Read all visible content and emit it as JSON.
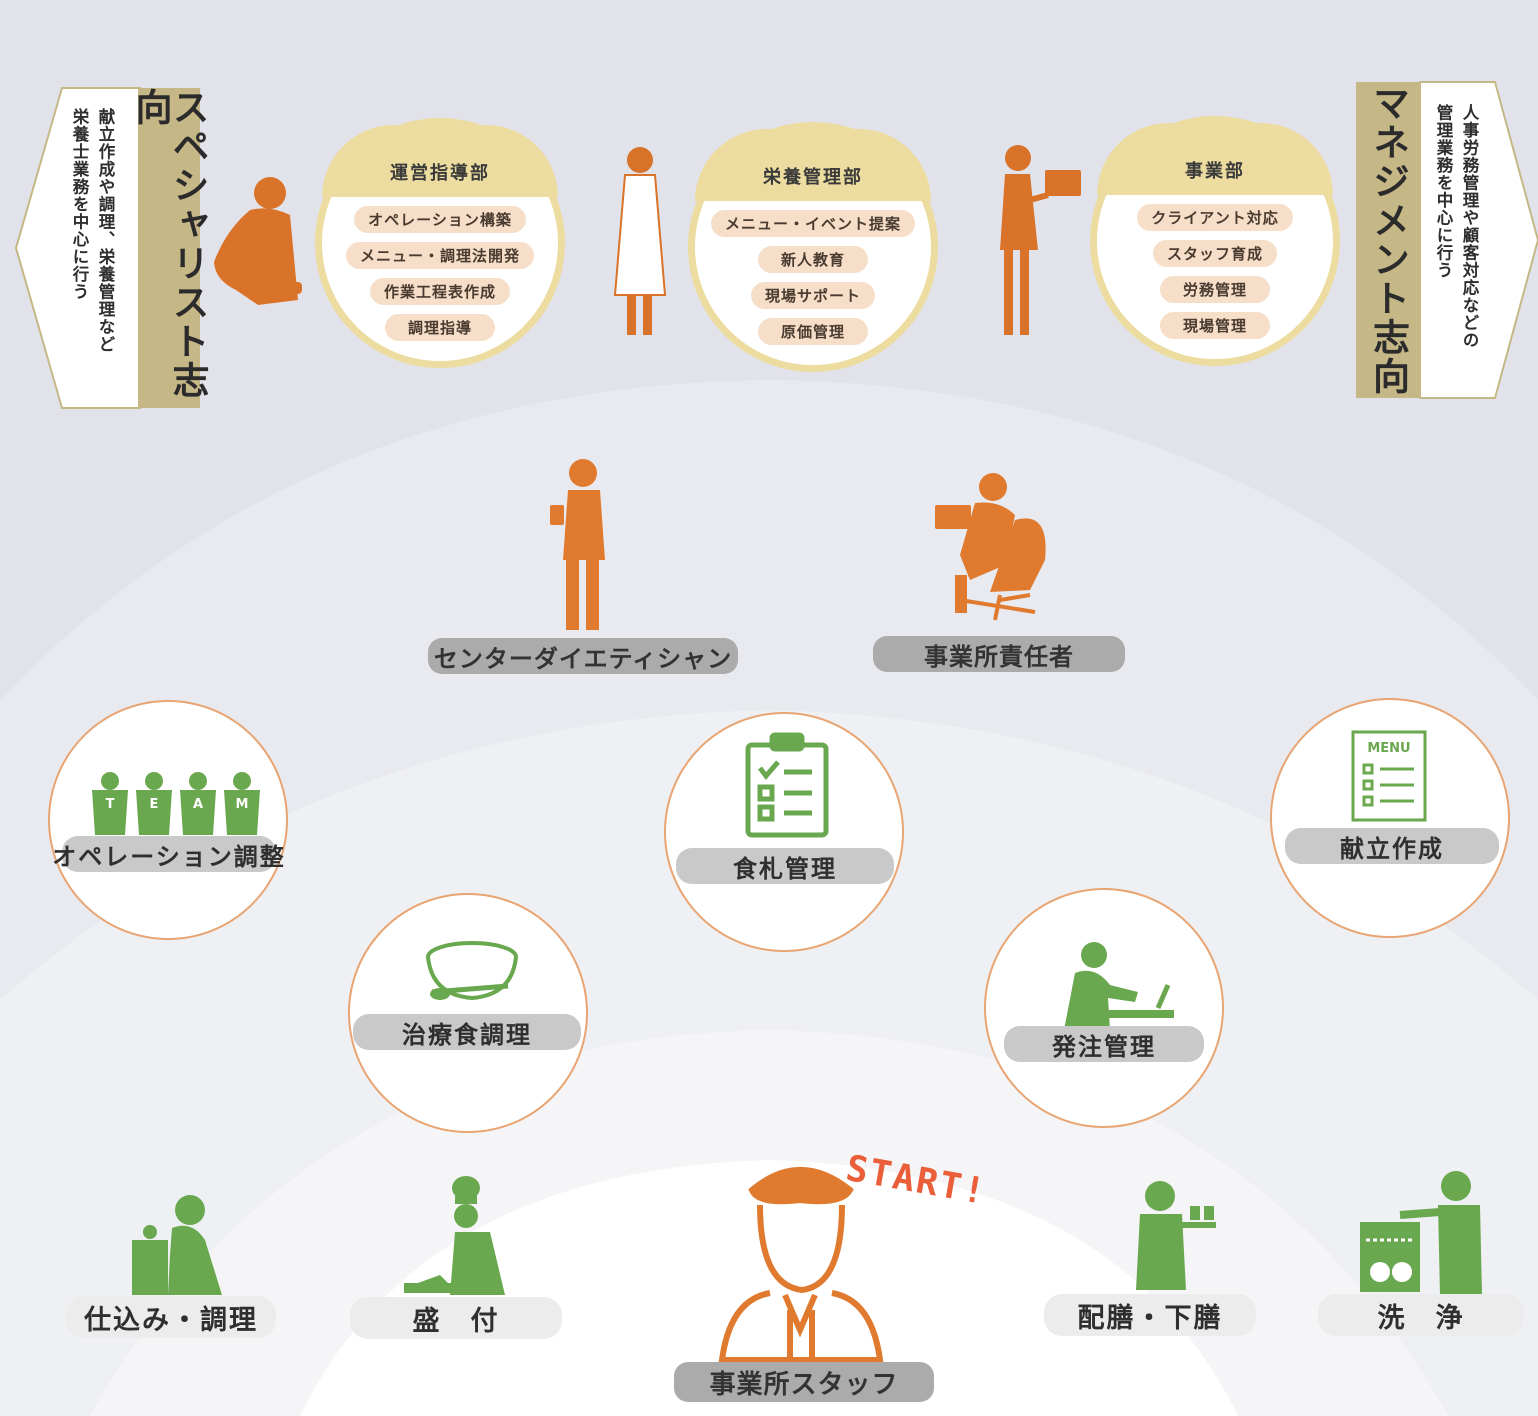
{
  "left_panel": {
    "title": "スペシャリスト志向",
    "note_lines": [
      "献立作成や調理、栄養管理など",
      "栄養士業務を中心に行う"
    ]
  },
  "right_panel": {
    "title": "マネジメント志向",
    "note_lines": [
      "人事労務管理や顧客対応などの",
      "管理業務を中心に行う"
    ]
  },
  "departments": [
    {
      "name": "運営指導部",
      "items": [
        "オペレーション構築",
        "メニュー・調理法開発",
        "作業工程表作成",
        "調理指導"
      ]
    },
    {
      "name": "栄養管理部",
      "items": [
        "メニュー・イベント提案",
        "新人教育",
        "現場サポート",
        "原価管理"
      ]
    },
    {
      "name": "事業部",
      "items": [
        "クライアント対応",
        "スタッフ育成",
        "労務管理",
        "現場管理"
      ]
    }
  ],
  "roles": {
    "center_dietitian": "センターダイエティシャン",
    "site_manager": "事業所責任者",
    "site_staff": "事業所スタッフ"
  },
  "tasks": {
    "operation": "オペレーション調整",
    "team_letters": [
      "T",
      "E",
      "A",
      "M"
    ],
    "meal_ticket": "食札管理",
    "menu_planning": "献立作成",
    "menu_word": "MENU",
    "therapeutic_cooking": "治療食調理",
    "ordering": "発注管理"
  },
  "bottom_tasks": {
    "prep": "仕込み・調理",
    "plating": "盛　付",
    "serving": "配膳・下膳",
    "washing": "洗　浄"
  },
  "start_text": "START!",
  "colors": {
    "orange": "#e07a2f",
    "green": "#6aa84f",
    "gold": "#c6b787",
    "circle_band": "#ecdca0",
    "pill": "#f6dec8",
    "start_red": "#ea5e3a"
  }
}
